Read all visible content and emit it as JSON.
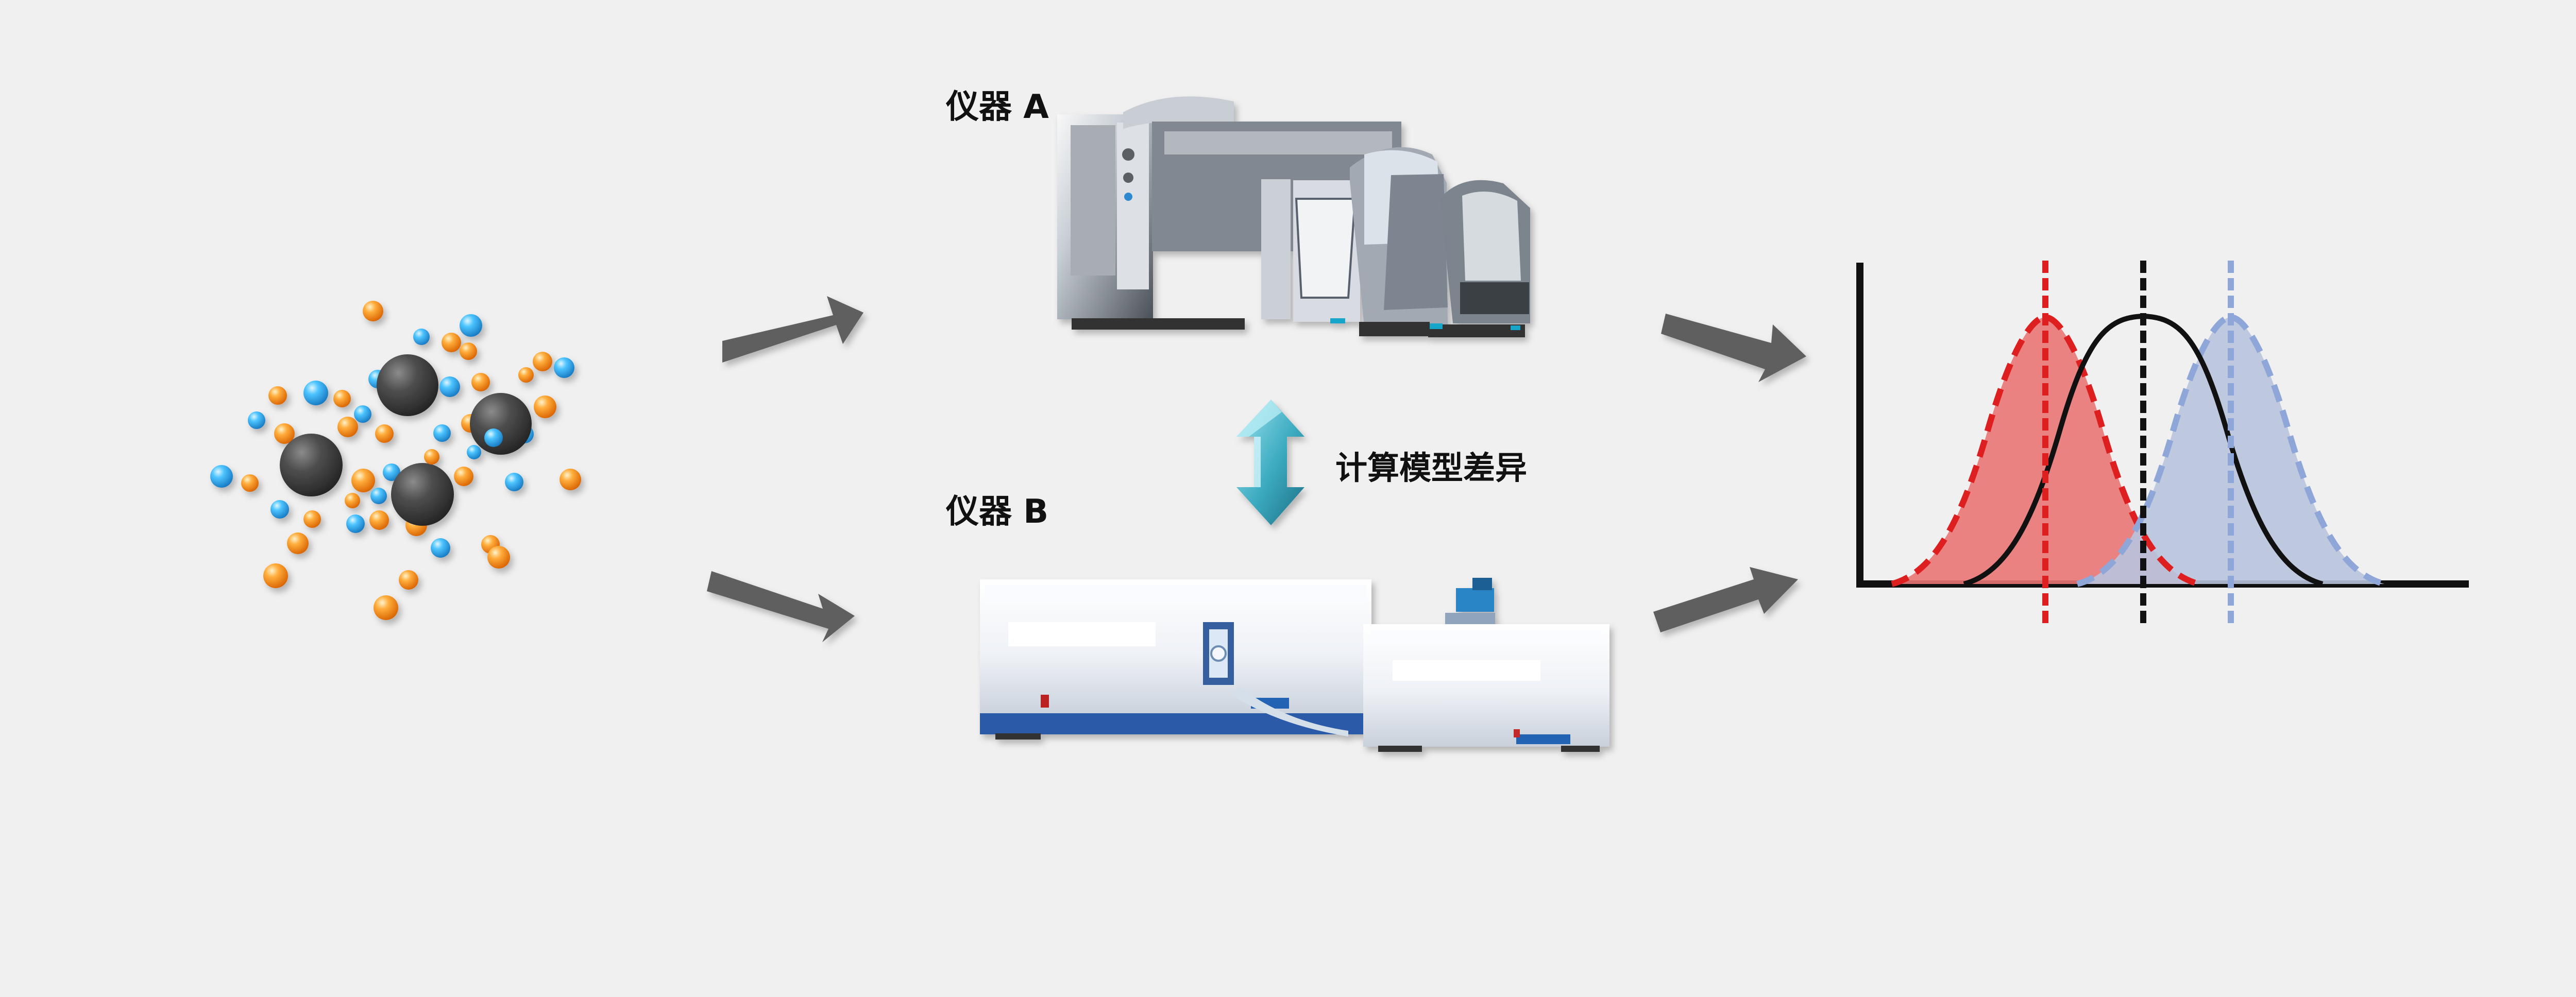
{
  "instrument_a": {
    "label": "仪器 A"
  },
  "instrument_b": {
    "label": "仪器 B"
  },
  "model_difference": {
    "label": "计算模型差异"
  },
  "distribution": {
    "colors": {
      "instrument_a": "#dd1f1f",
      "reference": "#111111",
      "instrument_b": "#8ea7d8",
      "particle_large": "#4b4b4b",
      "particle_orange": "#f28d1c",
      "particle_blue": "#35a8e6",
      "arrow": "#5f5f5f",
      "double_arrow": "#2ea0b8"
    }
  }
}
